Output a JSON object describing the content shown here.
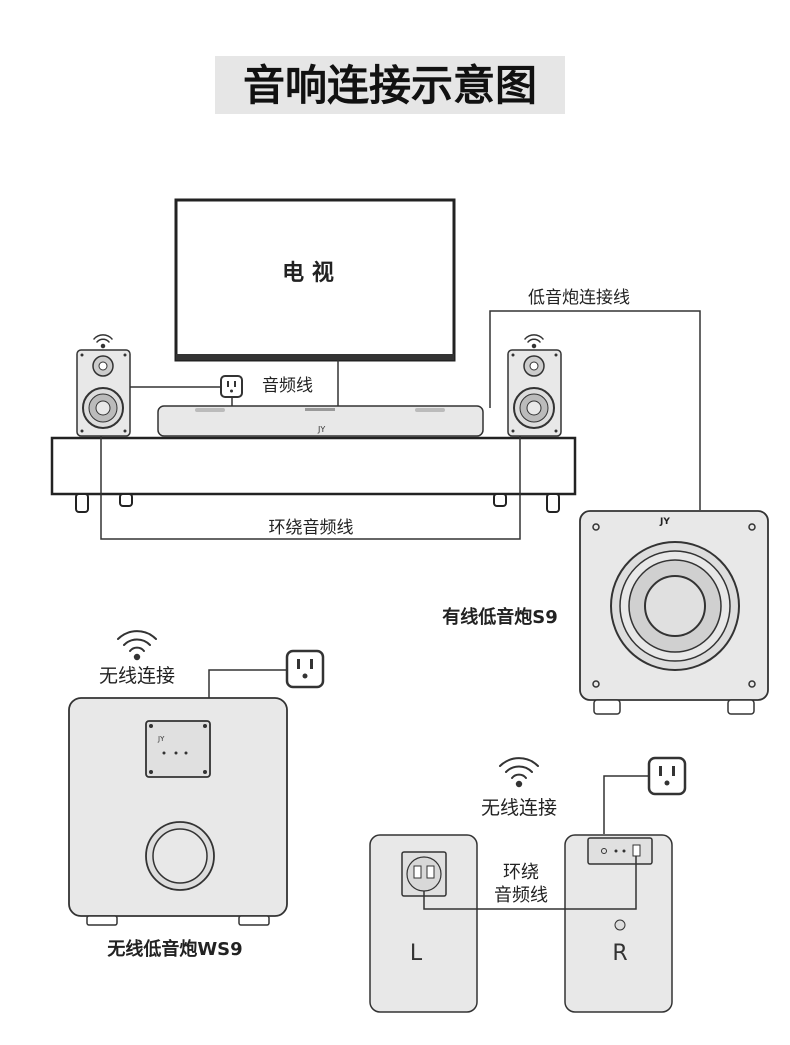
{
  "title": "音响连接示意图",
  "tv": {
    "label": "电 视"
  },
  "cables": {
    "audio_line": "音频线",
    "subwoofer_line": "低音炮连接线",
    "surround_line": "环绕音频线",
    "rear_surround_line_1": "环绕",
    "rear_surround_line_2": "音频线"
  },
  "wired_subwoofer": {
    "label": "有线低音炮S9"
  },
  "wireless_subwoofer": {
    "label": "无线低音炮WS9",
    "connection": "无线连接"
  },
  "rear_speakers": {
    "connection": "无线连接",
    "left": "L",
    "right": "R"
  },
  "colors": {
    "title_bg": "#e6e6e6",
    "device_fill": "#e8e8e8",
    "line": "#333333"
  }
}
